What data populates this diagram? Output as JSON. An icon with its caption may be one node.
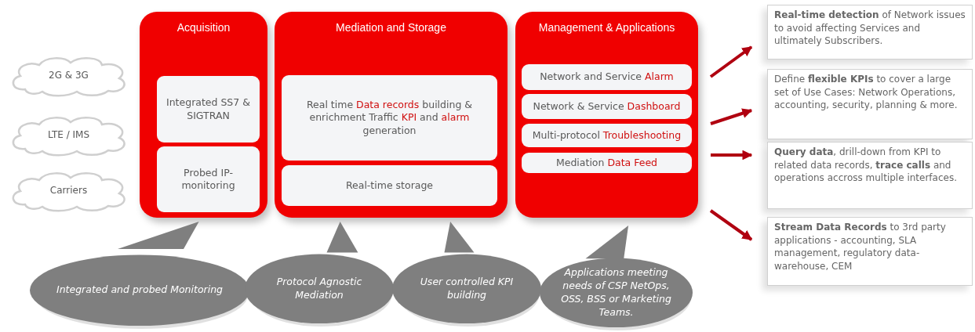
{
  "diagram": {
    "nodes": [
      {
        "text": [
          "Acquisition"
        ]
      },
      {
        "text": [
          "Integrated SS7 & SIGTRAN"
        ],
        "in": 0
      },
      {
        "text": [
          "Probed IP-monitoring"
        ],
        "in": 0
      },
      {
        "text": [
          "Mediation and Storage"
        ]
      },
      {
        "text": [
          "Real time **Data records** building & enrichment Traffic **KPI** and **alarm** generation"
        ],
        "in": 3
      },
      {
        "text": [
          "Real-time storage"
        ],
        "in": 3
      },
      {
        "text": [
          "Management & Applications"
        ]
      },
      {
        "text": [
          "Network and Service **Alarm**"
        ],
        "in": 6
      },
      {
        "text": [
          "Network & Service **Dashboard**"
        ],
        "in": 6
      },
      {
        "text": [
          "Multi-protocol **Troubleshooting**"
        ],
        "in": 6
      },
      {
        "text": [
          "Mediation **Data Feed**"
        ],
        "in": 6
      },
      {
        "text": [
          "2G & 3G"
        ]
      },
      {
        "text": [
          "LTE / IMS"
        ]
      },
      {
        "text": [
          "Carriers"
        ]
      },
      {
        "text": [
          "**Real-time detection** of Network issues to avoid  affecting Services and ultimately Subscribers."
        ]
      },
      {
        "text": [
          "Define **flexible KPIs**  to cover  a large set of Use Cases: Network Operations, accounting, security, planning & more."
        ]
      },
      {
        "text": [
          "**Query data**, drill-down from KPI to  related data records, **trace calls** and operations accross multiple interfaces."
        ]
      },
      {
        "text": [
          "**Stream Data Records** to 3rd party applications  - accounting, SLA management, regulatory data-warehouse, CEM"
        ]
      },
      {
        "text": [
          "Integrated and probed Monitoring"
        ]
      },
      {
        "text": [
          "Protocol Agnostic Mediation"
        ]
      },
      {
        "text": [
          "User controlled KPI building"
        ]
      },
      {
        "text": [
          "Applications meeting needs of CSP NetOps, OSS, BSS or Marketing Teams."
        ]
      }
    ],
    "edges": [
      {
        "from": 6,
        "to": 14,
        "arrow": "to"
      },
      {
        "from": 6,
        "to": 15,
        "arrow": "to"
      },
      {
        "from": 6,
        "to": 16,
        "arrow": "to"
      },
      {
        "from": 6,
        "to": 17,
        "arrow": "to"
      }
    ]
  }
}
